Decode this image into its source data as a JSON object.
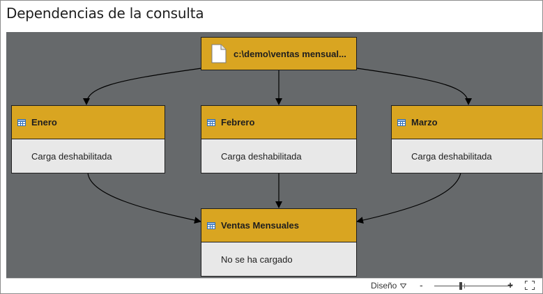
{
  "window": {
    "title": "Dependencias de la consulta"
  },
  "graph": {
    "source": {
      "label": "c:\\demo\\ventas mensual...",
      "icon": "file-icon"
    },
    "queries": [
      {
        "label": "Enero",
        "status": "Carga deshabilitada",
        "icon": "table-icon"
      },
      {
        "label": "Febrero",
        "status": "Carga deshabilitada",
        "icon": "table-icon"
      },
      {
        "label": "Marzo",
        "status": "Carga deshabilitada",
        "icon": "table-icon"
      }
    ],
    "result": {
      "label": "Ventas Mensuales",
      "status": "No se ha cargado",
      "icon": "table-icon"
    }
  },
  "statusbar": {
    "layout_label": "Diseño",
    "zoom_out": "-",
    "zoom_in": "+"
  },
  "colors": {
    "canvas": "#66696b",
    "node_header": "#d9a521",
    "node_body": "#e8e8e8",
    "border": "#1e1e1e"
  }
}
